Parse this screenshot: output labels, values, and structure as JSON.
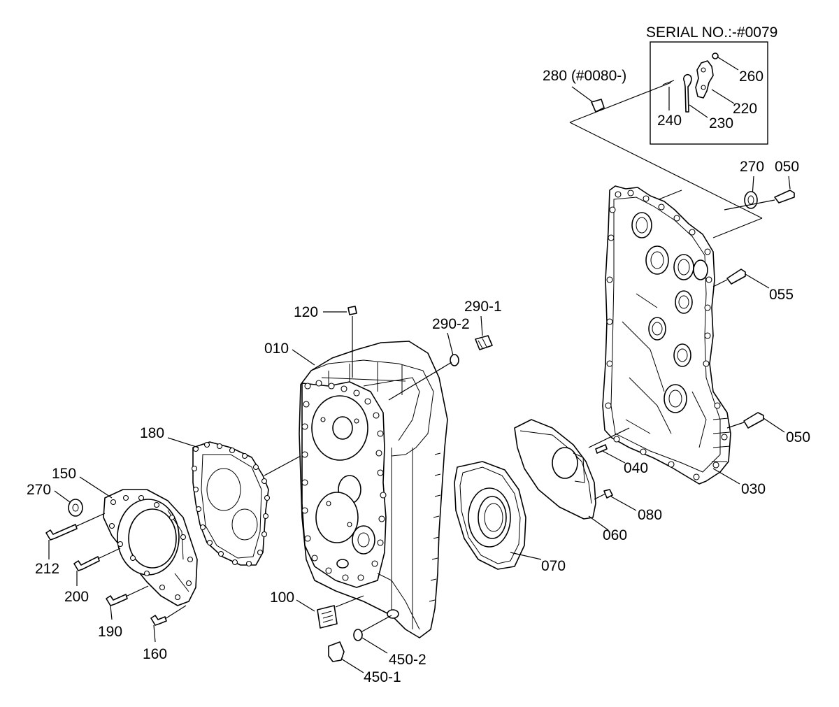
{
  "serial_note": "SERIAL NO.:-#0079",
  "labels": {
    "p280": "280 (#0080-)",
    "p260": "260",
    "p220": "220",
    "p240": "240",
    "p230": "230",
    "p270a": "270",
    "p050a": "050",
    "p055": "055",
    "p120": "120",
    "p290_1": "290-1",
    "p290_2": "290-2",
    "p010": "010",
    "p180": "180",
    "p150": "150",
    "p270b": "270",
    "p212": "212",
    "p200": "200",
    "p190": "190",
    "p160": "160",
    "p100": "100",
    "p450_2": "450-2",
    "p450_1": "450-1",
    "p070": "070",
    "p060": "060",
    "p080": "080",
    "p040": "040",
    "p030": "030",
    "p050b": "050"
  }
}
